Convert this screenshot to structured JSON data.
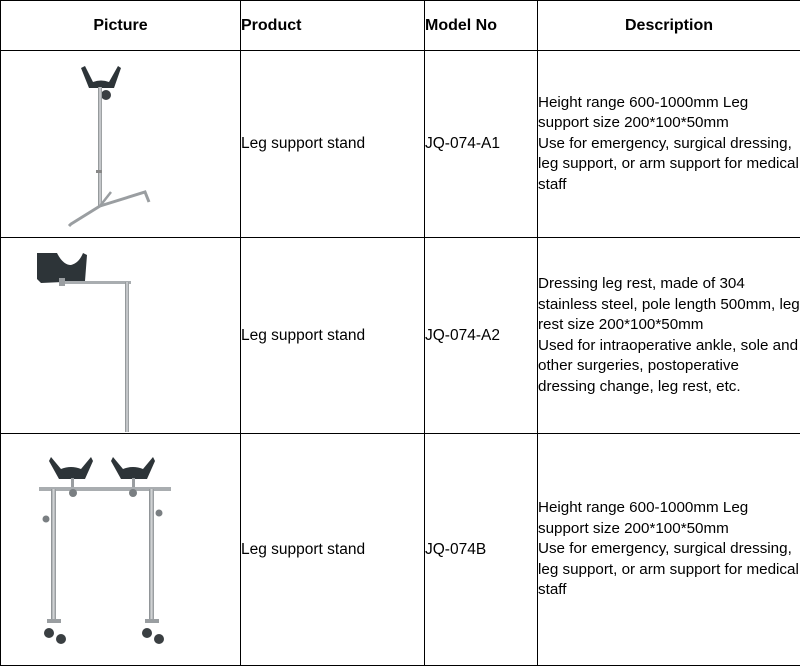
{
  "table": {
    "headers": {
      "picture": "Picture",
      "product": "Product",
      "model": "Model No",
      "description": "Description"
    },
    "rows": [
      {
        "picture_icon": "tripod-leg-support-stand-icon",
        "product": "Leg support stand",
        "model": "JQ-074-A1",
        "description": "Height range 600-1000mm Leg support size 200*100*50mm\nUse for emergency, surgical dressing, leg support, or arm support for medical staff"
      },
      {
        "picture_icon": "bent-pole-leg-rest-icon",
        "product": "Leg support stand",
        "model": "JQ-074-A2",
        "description": "Dressing leg rest, made of 304 stainless steel, pole length 500mm, leg rest size 200*100*50mm\nUsed for intraoperative ankle, sole and other surgeries, postoperative dressing change, leg rest, etc."
      },
      {
        "picture_icon": "double-leg-support-frame-icon",
        "product": "Leg support stand",
        "model": "JQ-074B",
        "description": "Height range 600-1000mm Leg support size 200*100*50mm\nUse for emergency, surgical dressing, leg support, or arm support for medical staff"
      }
    ]
  },
  "colors": {
    "border": "#000000",
    "steel": "#a9adb0",
    "cushion": "#2d3438"
  }
}
